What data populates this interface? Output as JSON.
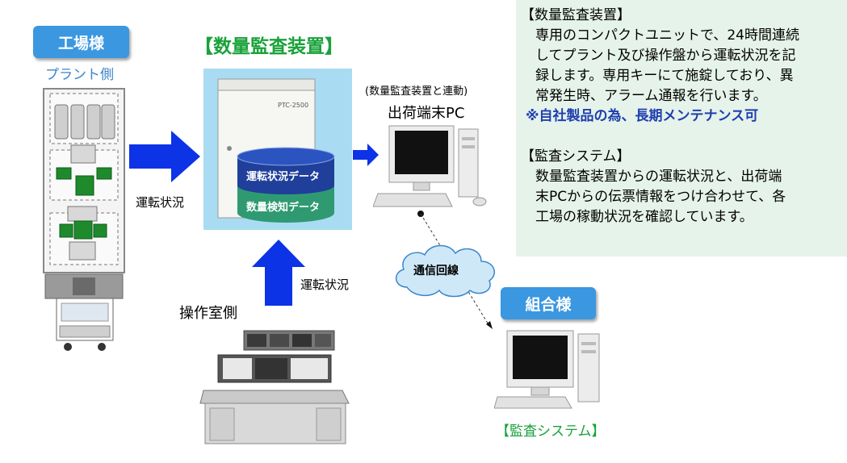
{
  "plant": {
    "badge": "工場様",
    "subtitle": "プラント側"
  },
  "device": {
    "title": "【数量監査装置】",
    "model": "PTC-2500",
    "db_top": "運転状況データ",
    "db_bottom": "数量検知データ"
  },
  "shipping_pc": {
    "note": "(数量監査装置と連動)",
    "title": "出荷端末PC"
  },
  "labels": {
    "operation_status_right": "運転状況",
    "operation_status_up": "運転状況",
    "control_room": "操作室側",
    "network": "通信回線"
  },
  "union": {
    "badge": "組合様",
    "system_label": "【監査システム】"
  },
  "info": {
    "lines": [
      {
        "text": "【数量監査装置】",
        "type": "heading"
      },
      {
        "text": "専用のコンパクトユニットで、24時間連続",
        "type": "body"
      },
      {
        "text": "してプラント及び操作盤から運転状況を記",
        "type": "body"
      },
      {
        "text": "録します。専用キーにて施錠しており、異",
        "type": "body"
      },
      {
        "text": "常発生時、アラーム通報を行います。",
        "type": "body"
      },
      {
        "text": "※自社製品の為、長期メンテナンス可",
        "type": "note"
      },
      {
        "text": "",
        "type": "blank"
      },
      {
        "text": "【監査システム】",
        "type": "heading"
      },
      {
        "text": "数量監査装置からの運転状況と、出荷端",
        "type": "body"
      },
      {
        "text": "末PCからの伝票情報をつけ合わせて、各",
        "type": "body"
      },
      {
        "text": "工場の稼動状況を確認しています。",
        "type": "body"
      }
    ]
  },
  "colors": {
    "badge": "#3a97e0",
    "arrow": "#0c33e6",
    "title_green": "#19a23a",
    "info_bg": "#e6f3ea",
    "db_top": "#1f3f9a",
    "db_bottom": "#2f9a72",
    "device_bg": "#a9dcf2"
  }
}
